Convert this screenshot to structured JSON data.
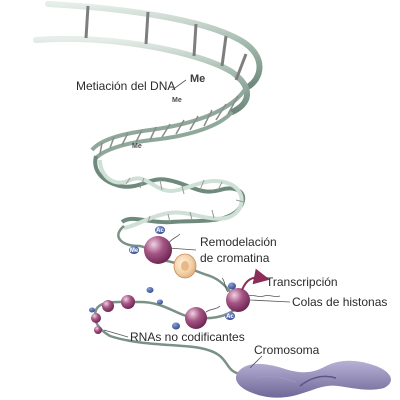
{
  "labels": {
    "dna_methylation": "Metiación del DNA",
    "chromatin_remodeling_1": "Remodelación",
    "chromatin_remodeling_2": "de cromatina",
    "transcription": "Transcripción",
    "histone_tails": "Colas de histonas",
    "noncoding_rnas": "RNAs no codificantes",
    "chromosome": "Cromosoma"
  },
  "marks": {
    "methyl": "Me",
    "acetyl": "Ac"
  },
  "colors": {
    "ladder_rail": "#7f9a8d",
    "ladder_rung": "#7e7e7e",
    "dna_strand_light": "#cfe0d6",
    "dna_strand_dark": "#6f8a7d",
    "nucleosome": "#8d3e6d",
    "nucleosome_highlight": "#e3b9d2",
    "mark_blue": "#3d5aa2",
    "remodeler": "#f3d7b4",
    "arrow": "#8a2d57",
    "chromosome": "#8a83ad"
  }
}
